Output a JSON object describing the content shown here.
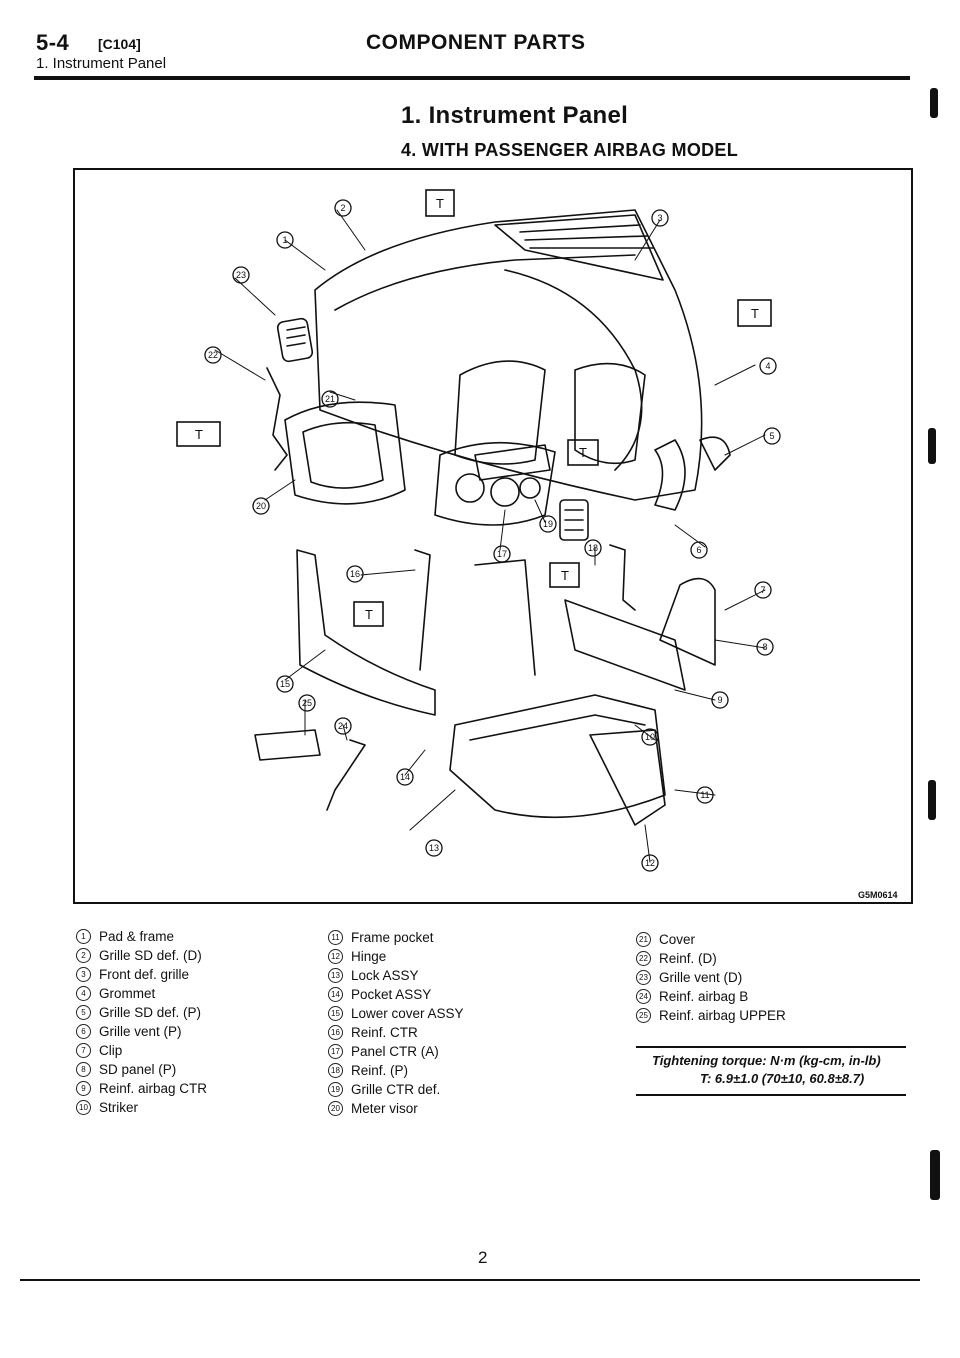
{
  "header": {
    "section_number": "5-4",
    "section_code": "[C104]",
    "breadcrumb": "1. Instrument Panel",
    "chapter_title": "COMPONENT PARTS"
  },
  "title": {
    "main": "1. Instrument Panel",
    "sub": "4. WITH PASSENGER AIRBAG MODEL"
  },
  "figure": {
    "figure_id": "G5M0614",
    "torque_marker": "T",
    "callouts": [
      "1",
      "2",
      "3",
      "4",
      "5",
      "6",
      "7",
      "8",
      "9",
      "10",
      "11",
      "12",
      "13",
      "14",
      "15",
      "16",
      "17",
      "18",
      "19",
      "20",
      "21",
      "22",
      "23",
      "24",
      "25"
    ]
  },
  "legend": {
    "col1": [
      {
        "num": "1",
        "label": "Pad & frame"
      },
      {
        "num": "2",
        "label": "Grille SD def. (D)"
      },
      {
        "num": "3",
        "label": "Front def. grille"
      },
      {
        "num": "4",
        "label": "Grommet"
      },
      {
        "num": "5",
        "label": "Grille SD def. (P)"
      },
      {
        "num": "6",
        "label": "Grille vent (P)"
      },
      {
        "num": "7",
        "label": "Clip"
      },
      {
        "num": "8",
        "label": "SD panel (P)"
      },
      {
        "num": "9",
        "label": "Reinf. airbag CTR"
      },
      {
        "num": "10",
        "label": "Striker"
      }
    ],
    "col2": [
      {
        "num": "11",
        "label": "Frame pocket"
      },
      {
        "num": "12",
        "label": "Hinge"
      },
      {
        "num": "13",
        "label": "Lock ASSY"
      },
      {
        "num": "14",
        "label": "Pocket ASSY"
      },
      {
        "num": "15",
        "label": "Lower cover ASSY"
      },
      {
        "num": "16",
        "label": "Reinf. CTR"
      },
      {
        "num": "17",
        "label": "Panel CTR (A)"
      },
      {
        "num": "18",
        "label": "Reinf. (P)"
      },
      {
        "num": "19",
        "label": "Grille CTR def."
      },
      {
        "num": "20",
        "label": "Meter visor"
      }
    ],
    "col3": [
      {
        "num": "21",
        "label": "Cover"
      },
      {
        "num": "22",
        "label": "Reinf. (D)"
      },
      {
        "num": "23",
        "label": "Grille vent (D)"
      },
      {
        "num": "24",
        "label": "Reinf. airbag B"
      },
      {
        "num": "25",
        "label": "Reinf. airbag UPPER"
      }
    ]
  },
  "torque": {
    "label": "Tightening torque: N·m (kg-cm, in-lb)",
    "value": "T:  6.9±1.0 (70±10, 60.8±8.7)"
  },
  "footer": {
    "page_number": "2"
  }
}
